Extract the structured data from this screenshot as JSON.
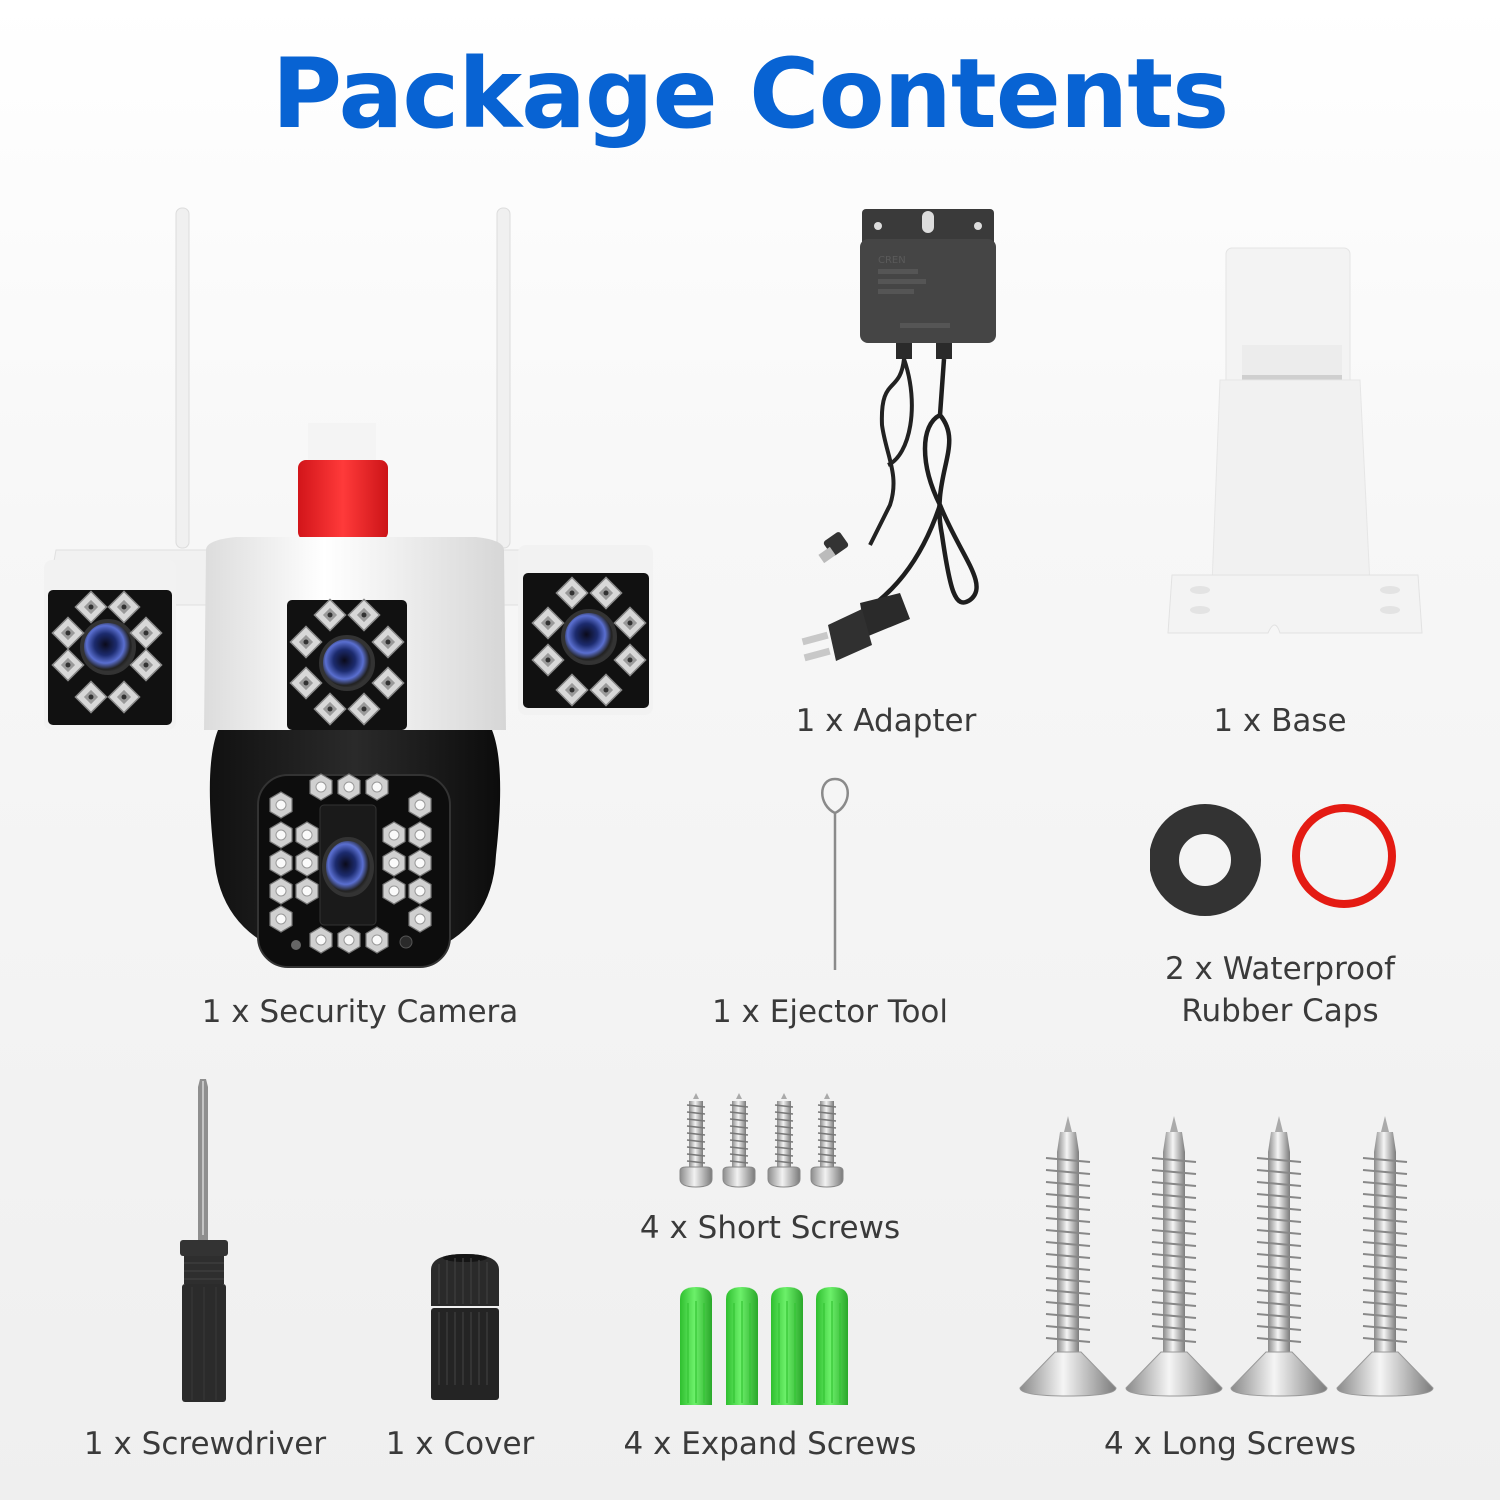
{
  "title": "Package Contents",
  "colors": {
    "title": "#0863d3",
    "label": "#3a3a3a",
    "background": "#f2f2f2",
    "camera_light": "#e8221e",
    "o_ring": "#e41b13",
    "rubber_cap": "#333333",
    "anchor_green": "#4ee04a"
  },
  "items": [
    {
      "icon": "security-camera-icon",
      "label": "1 x Security Camera"
    },
    {
      "icon": "power-adapter-icon",
      "label": "1 x Adapter"
    },
    {
      "icon": "mounting-base-icon",
      "label": "1 x Base"
    },
    {
      "icon": "ejector-pin-icon",
      "label": "1 x Ejector Tool"
    },
    {
      "icon": "rubber-caps-icon",
      "label_line1": "2 x Waterproof",
      "label_line2": "Rubber Caps"
    },
    {
      "icon": "screwdriver-icon",
      "label": "1 x Screwdriver"
    },
    {
      "icon": "cable-cover-icon",
      "label": "1 x Cover"
    },
    {
      "icon": "short-screws-icon",
      "label": "4 x Short Screws"
    },
    {
      "icon": "wall-anchors-icon",
      "label": "4 x Expand Screws"
    },
    {
      "icon": "long-screws-icon",
      "label": "4 x Long Screws"
    }
  ]
}
